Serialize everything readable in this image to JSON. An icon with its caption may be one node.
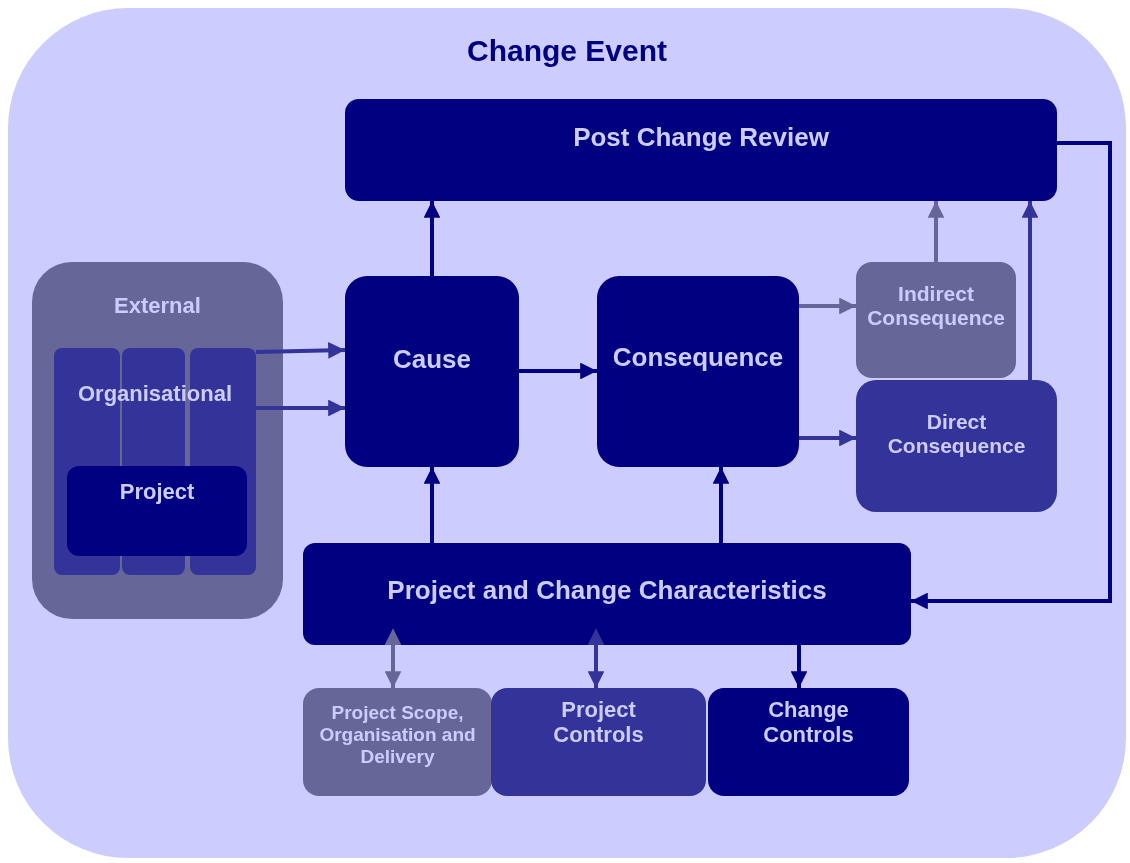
{
  "diagram": {
    "nodes": [
      {
        "text": [
          "Change Event"
        ]
      },
      {
        "text": [
          "Post Change Review"
        ],
        "in": 0
      },
      {
        "text": [
          "External"
        ],
        "in": 0
      },
      {
        "text": [
          "Organisational"
        ],
        "in": 2
      },
      {
        "text": [
          "Project"
        ],
        "in": 3
      },
      {
        "text": [
          "Cause"
        ],
        "in": 0
      },
      {
        "text": [
          "Consequence"
        ],
        "in": 0
      },
      {
        "text": [
          "Indirect Consequence"
        ],
        "in": 0
      },
      {
        "text": [
          "Direct Consequence"
        ],
        "in": 0
      },
      {
        "text": [
          "Project and Change Characteristics"
        ],
        "in": 0
      },
      {
        "text": [
          "Project Scope, Organisation and Delivery"
        ],
        "in": 0
      },
      {
        "text": [
          "Project Controls"
        ],
        "in": 0
      },
      {
        "text": [
          "Change Controls"
        ],
        "in": 0
      }
    ],
    "edges": [
      {
        "from": 5,
        "to": 1,
        "arrow": "to"
      },
      {
        "from": 3,
        "to": 5,
        "arrow": "to",
        "color": "#333399"
      },
      {
        "from": 3,
        "to": 5,
        "arrow": "to",
        "color": "#333399"
      },
      {
        "from": 5,
        "to": 6,
        "arrow": "to"
      },
      {
        "from": 6,
        "to": 7,
        "arrow": "to",
        "color": "#666699"
      },
      {
        "from": 6,
        "to": 8,
        "arrow": "to",
        "color": "#333399"
      },
      {
        "from": 7,
        "to": 1,
        "arrow": "to",
        "color": "#666699"
      },
      {
        "from": 8,
        "to": 1,
        "arrow": "to",
        "color": "#333399"
      },
      {
        "from": 9,
        "to": 5,
        "arrow": "to"
      },
      {
        "from": 9,
        "to": 6,
        "arrow": "to"
      },
      {
        "from": 1,
        "to": 9,
        "arrow": "to"
      },
      {
        "from": 9,
        "to": 10,
        "arrow": "both",
        "color": "#666699"
      },
      {
        "from": 9,
        "to": 11,
        "arrow": "both",
        "color": "#333399"
      },
      {
        "from": 9,
        "to": 12,
        "arrow": "both"
      }
    ]
  }
}
